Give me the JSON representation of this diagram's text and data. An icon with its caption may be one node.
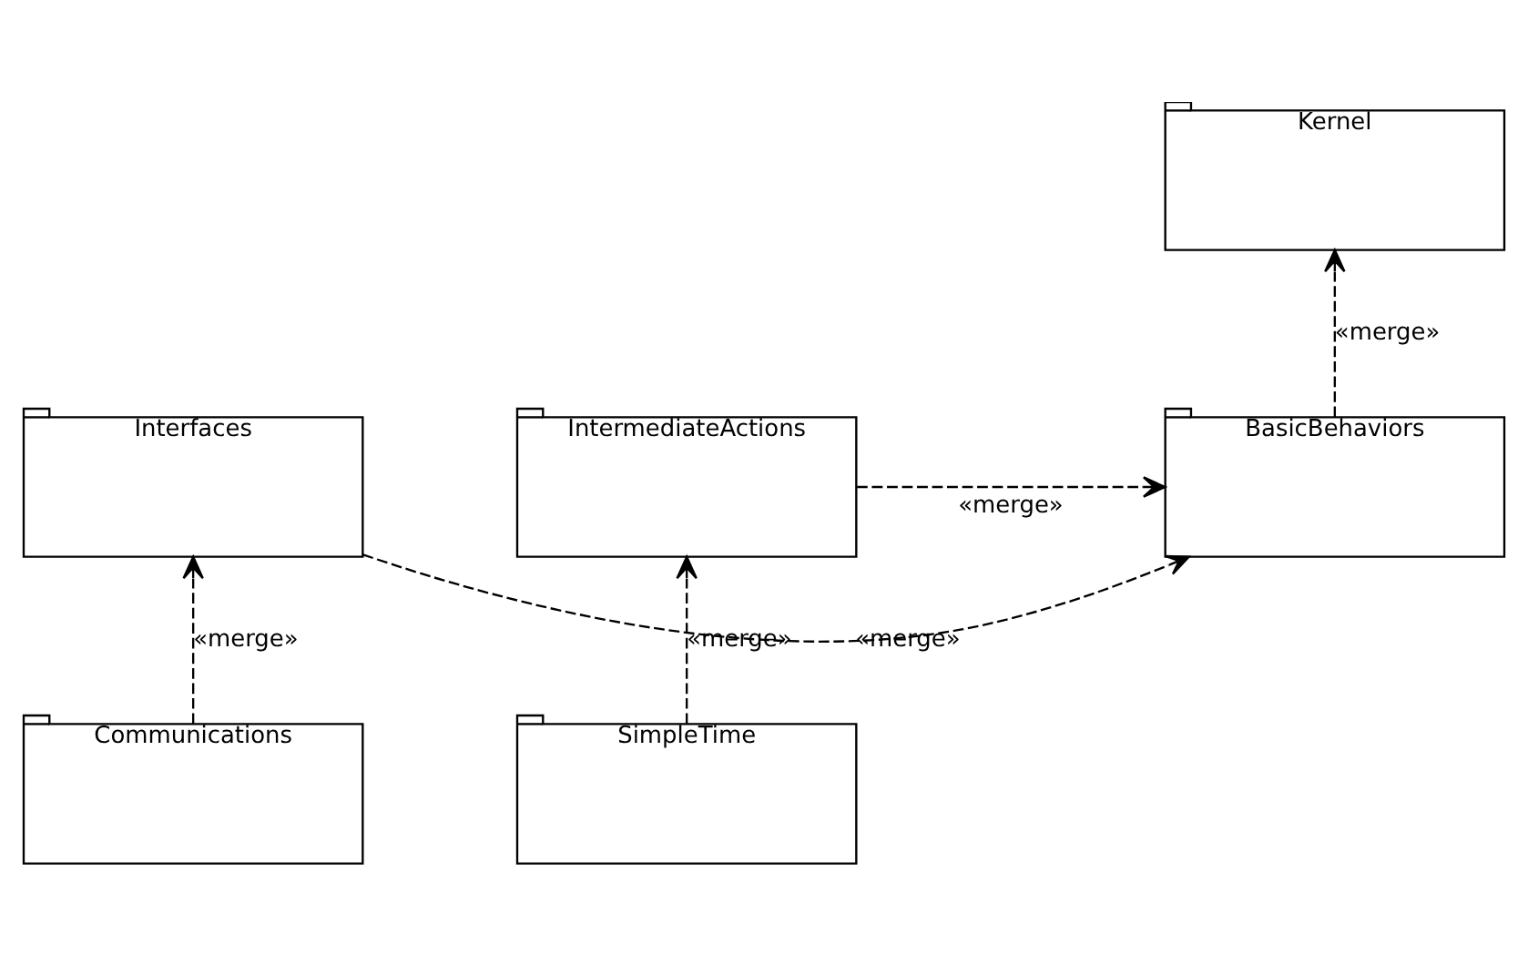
{
  "diagram": {
    "nodes": [
      {
        "text": [
          "Kernel"
        ]
      },
      {
        "text": [
          "Interfaces"
        ]
      },
      {
        "text": [
          "BasicBehaviors"
        ]
      },
      {
        "text": [
          "IntermediateActions"
        ]
      },
      {
        "text": [
          "Communications"
        ]
      },
      {
        "text": [
          "SimpleTime"
        ]
      }
    ],
    "edges": [
      {
        "from": 2,
        "to": 0,
        "arrow": "to",
        "label": "«merge»",
        "style": "dashed"
      },
      {
        "from": 1,
        "to": 2,
        "arrow": "to",
        "label": "«merge»",
        "style": "dashed"
      },
      {
        "from": 3,
        "to": 2,
        "arrow": "to",
        "label": "«merge»",
        "style": "dashed"
      },
      {
        "from": 4,
        "to": 1,
        "arrow": "to",
        "label": "«merge»",
        "style": "dashed"
      },
      {
        "from": 5,
        "to": 3,
        "arrow": "to",
        "label": "«merge»",
        "style": "dashed"
      }
    ]
  }
}
